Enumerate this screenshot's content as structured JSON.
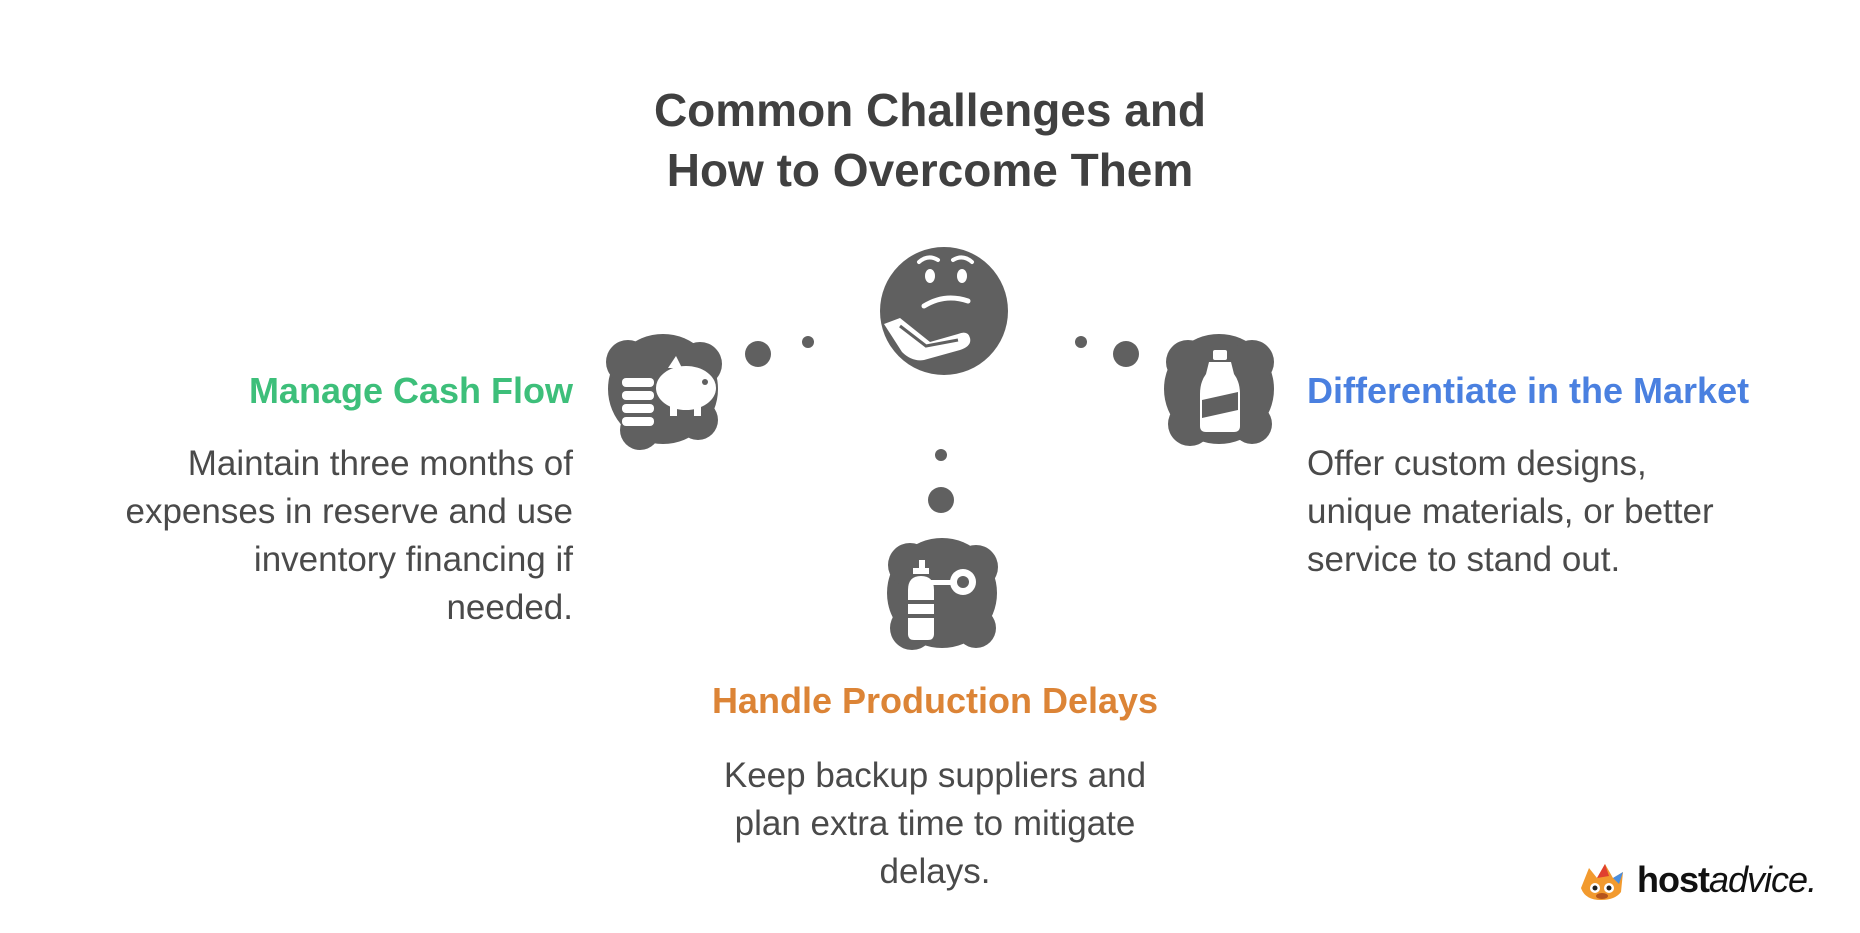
{
  "title": {
    "line1": "Common Challenges and",
    "line2": "How to Overcome Them"
  },
  "center": {
    "icon": "thinking-face-icon"
  },
  "items": {
    "cash": {
      "heading": "Manage Cash Flow",
      "icon": "piggy-bank-coins-icon",
      "color": "#3dbf7a",
      "lines": [
        "Maintain three months of",
        "expenses in reserve and use",
        "inventory financing if",
        "needed."
      ]
    },
    "diff": {
      "heading": "Differentiate in the Market",
      "icon": "bottle-icon",
      "color": "#4a80e0",
      "lines": [
        "Offer custom designs,",
        "unique materials, or better",
        "service to stand out."
      ]
    },
    "prod": {
      "heading": "Handle Production Delays",
      "icon": "gas-cylinder-gauge-icon",
      "color": "#dc8436",
      "lines": [
        "Keep backup suppliers and",
        "plan extra time to mitigate",
        "delays."
      ]
    }
  },
  "colors": {
    "icon_fill": "#606060",
    "connector_dot": "#606060"
  },
  "logo": {
    "bold": "host",
    "italic": "advice."
  }
}
